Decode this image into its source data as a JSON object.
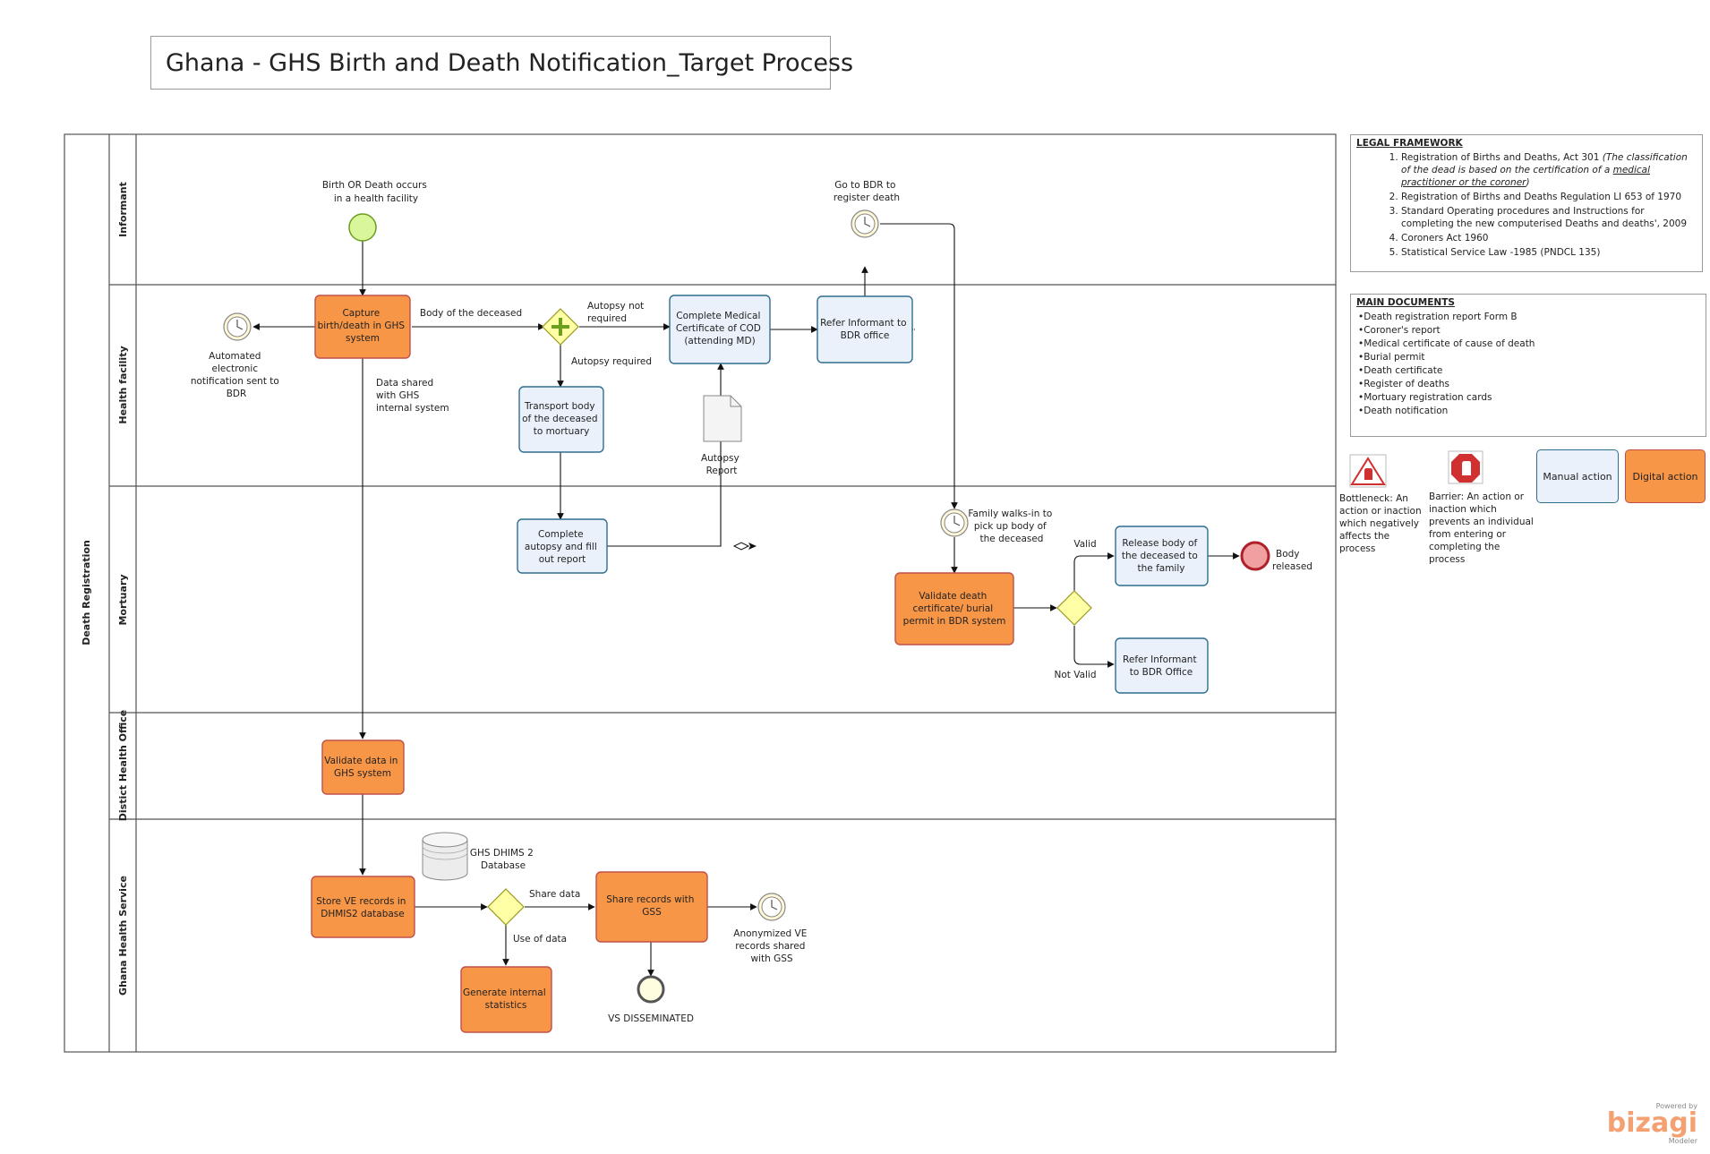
{
  "title": "Ghana - GHS Birth and Death Notification_Target Process",
  "colors": {
    "digital_fill": "#f79646",
    "digital_stroke": "#c0504d",
    "manual_fill": "#eaf1fb",
    "manual_stroke": "#2f6e8f",
    "gateway_fill": "#ffffa5",
    "start_fill": "#d9f79a",
    "end_fill": "#f0a0a0",
    "lane_line": "#555555"
  },
  "pool": {
    "label": "Death Registration"
  },
  "lanes": [
    {
      "id": "informant",
      "label": "Informant"
    },
    {
      "id": "health_facility",
      "label": "Health facility"
    },
    {
      "id": "mortuary",
      "label": "Mortuary"
    },
    {
      "id": "district",
      "label": "Distict Health Office"
    },
    {
      "id": "ghs",
      "label": "Ghana Health Service"
    }
  ],
  "tasks": {
    "capture": [
      "Capture",
      "birth/death in GHS",
      "system"
    ],
    "complete_mccd": [
      "Complete Medical",
      "Certificate of COD",
      "(attending MD)"
    ],
    "refer_bdr": [
      "Refer Informant to",
      "BDR office"
    ],
    "transport": [
      "Transport body",
      "of the deceased",
      "to mortuary"
    ],
    "autopsy": [
      "Complete",
      "autopsy and fill",
      "out report"
    ],
    "validate_cert": [
      "Validate death",
      "certificate/ burial",
      "permit in BDR system"
    ],
    "release": [
      "Release body of",
      "the deceased to",
      "the family"
    ],
    "refer_bdr2": [
      "Refer Informant",
      "to BDR Office"
    ],
    "validate_ghs": [
      "Validate data in",
      "GHS system"
    ],
    "store_ve": [
      "Store VE records in",
      "DHMIS2 database"
    ],
    "share_gss": [
      "Share records with",
      "GSS"
    ],
    "generate_stats": [
      "Generate internal",
      "statistics"
    ]
  },
  "event_labels": {
    "birth_death": [
      "Birth OR Death occurs",
      "in a health facility"
    ],
    "go_bdr": [
      "Go to BDR to",
      "register death"
    ],
    "auto_notif": [
      "Automated",
      "electronic",
      "notification sent to",
      "BDR"
    ],
    "family_walks": [
      "Family walks-in to",
      "pick up body of",
      "the deceased"
    ],
    "body_released": [
      "Body",
      "released"
    ],
    "anonymized": [
      "Anonymized VE",
      "records shared",
      "with GSS"
    ],
    "vs_disseminated": [
      "VS DISSEMINATED"
    ]
  },
  "flow_labels": {
    "body_of_deceased": [
      "Body of the deceased"
    ],
    "autopsy_not_required": [
      "Autopsy not",
      "required"
    ],
    "autopsy_required": [
      "Autopsy required"
    ],
    "data_shared": [
      "Data shared",
      "with GHS",
      "internal system"
    ],
    "valid": [
      "Valid"
    ],
    "not_valid": [
      "Not Valid"
    ],
    "share_data": [
      "Share data"
    ],
    "use_of_data": [
      "Use of data"
    ]
  },
  "artifacts": {
    "autopsy_report": [
      "Autopsy",
      "Report"
    ],
    "database": [
      "GHS DHIMS 2",
      "Database"
    ]
  },
  "legal_framework": {
    "heading": "LEGAL FRAMEWORK",
    "items": [
      {
        "text": "Registration of Births and Deaths, Act 301 ",
        "italic": "(The classification of the dead is based on the certification of a ",
        "underlined": "medical practitioner or the coroner",
        "close": ")"
      },
      {
        "text": "Registration of Births and Deaths Regulation LI 653 of 1970"
      },
      {
        "text": "Standard Operating procedures and Instructions for completing the new computerised Deaths and deaths', 2009"
      },
      {
        "text": "Coroners Act 1960"
      },
      {
        "text": "Statistical Service Law -1985 (PNDCL 135)"
      }
    ]
  },
  "main_documents": {
    "heading": "MAIN DOCUMENTS",
    "items": [
      "Death registration report Form B",
      "Coroner's report",
      "Medical certificate of cause of death",
      "Burial permit",
      "Death certificate",
      "Register of deaths",
      "Mortuary registration cards",
      "Death notification"
    ]
  },
  "legend": {
    "bottleneck": "Bottleneck: An action or inaction which negatively affects the process",
    "barrier": "Barrier: An action or inaction which prevents an individual from entering or completing the process",
    "manual": "Manual action",
    "digital": "Digital action"
  },
  "branding": {
    "powered_by": "Powered by",
    "name": "bizagi",
    "product": "Modeler"
  }
}
